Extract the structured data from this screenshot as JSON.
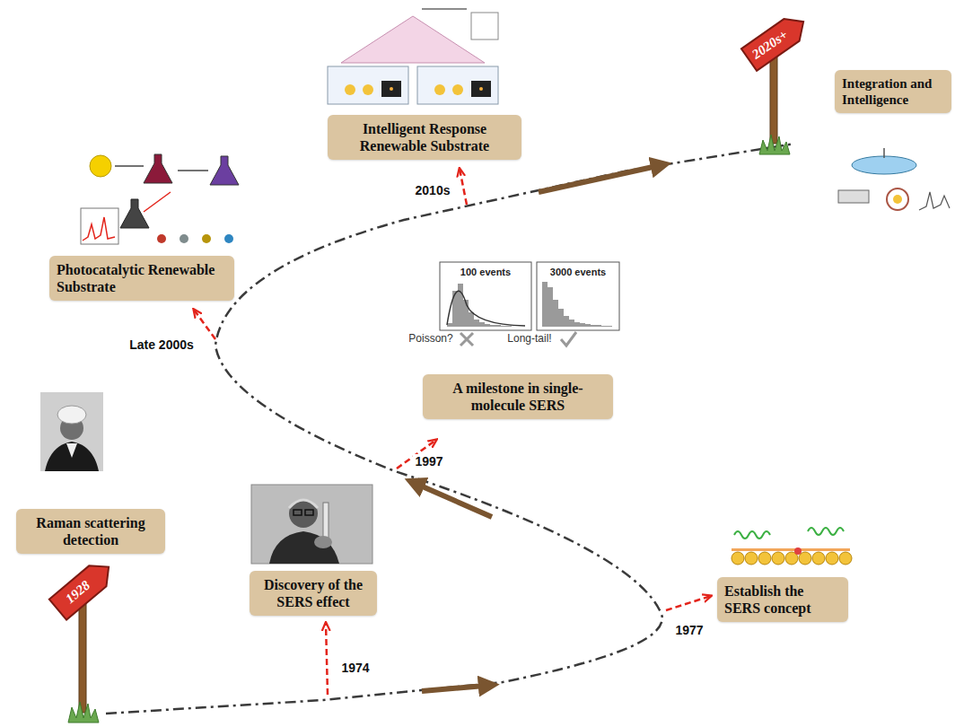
{
  "diagram": {
    "nodes": [
      {
        "text": [
          "Raman scattering detection"
        ]
      },
      {
        "text": [
          "Discovery of the SERS effect"
        ]
      },
      {
        "text": [
          "Establish the SERS concept"
        ]
      },
      {
        "text": [
          "A milestone in single-molecule SERS"
        ]
      },
      {
        "text": [
          "Photocatalytic Renewable Substrate"
        ]
      },
      {
        "text": [
          "Intelligent Response Renewable Substrate"
        ]
      },
      {
        "text": [
          "Integration and Intelligence"
        ]
      }
    ],
    "labels": [
      "1928",
      "1974",
      "1977",
      "1997",
      "Late 2000s",
      "2010s",
      "2020s+",
      "100 events",
      "3000 events",
      "Poisson?",
      "Long-tail!"
    ]
  }
}
